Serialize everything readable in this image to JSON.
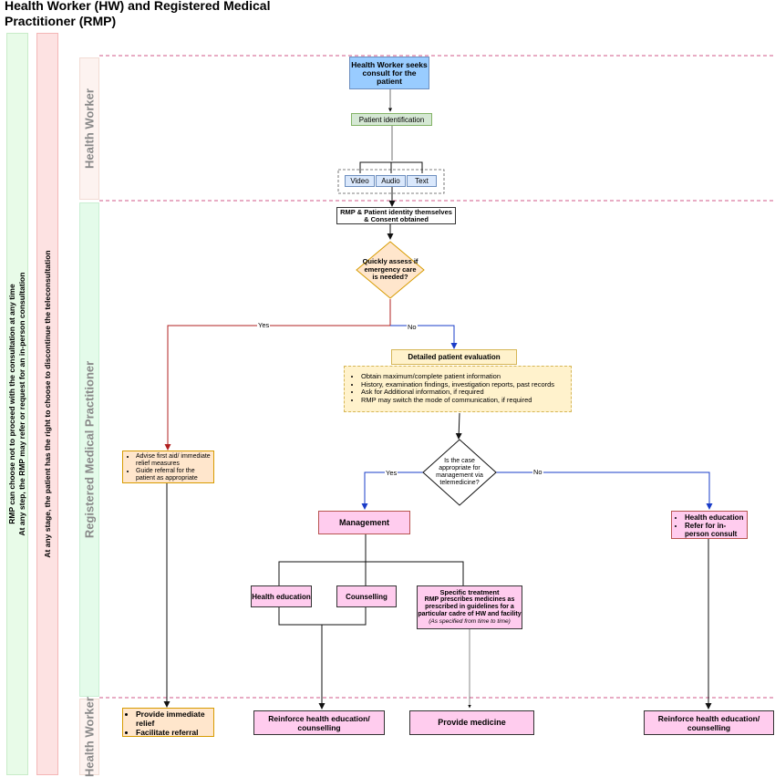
{
  "title": "Health Worker (HW) and  Registered Medical Practitioner (RMP)",
  "side_notes": {
    "rmp_note_line1": "RMP can choose not to proceed with the consultation at any time",
    "rmp_note_line2": "At any step, the RMP may refer or request for an in-person consultation",
    "patient_note": "At any stage, the patient has the right to choose to discontinue the teleconsultation"
  },
  "lanes": {
    "top": "Health Worker",
    "middle": "Registered Medical Practitioner",
    "bottom": "Health Worker"
  },
  "nodes": {
    "seek_consult": "Health Worker seeks consult for the patient",
    "patient_id": "Patient identification",
    "modes": [
      "Video",
      "Audio",
      "Text"
    ],
    "identity_consent": "RMP & Patient identity themselves & Consent obtained",
    "emergency_diamond": "Quickly assess if emergency care is needed?",
    "detailed_eval": "Detailed patient evaluation",
    "eval_points": [
      "Obtain maximum/complete patient information",
      "History, examination findings, investigation reports, past records",
      "Ask for Additional information, if required",
      "RMP may switch the mode of communication, if required"
    ],
    "first_aid_points": [
      "Advise first aid/ immediate relief measures",
      "Guide referral for the patient as appropriate"
    ],
    "appropriate_diamond": "Is the case appropriate for management via telemedicine?",
    "management": "Management",
    "health_education": "Health education",
    "counselling": "Counselling",
    "specific_treatment_title": "Specific treatment",
    "specific_treatment_body": "RMP prescribes medicines as prescribed in guidelines for a particular cadre of HW and facility",
    "specific_treatment_note": "(As specified from time to time)",
    "refer_points": [
      "Health education",
      "Refer for in-person consult"
    ],
    "immediate_points": [
      "Provide immediate relief",
      "Facilitate referral"
    ],
    "reinforce_1": "Reinforce health education/ counselling",
    "provide_medicine": "Provide medicine",
    "reinforce_2": "Reinforce health education/ counselling"
  },
  "edge_labels": {
    "yes_1": "Yes",
    "no_1": "No",
    "yes_2": "Yes",
    "no_2": "No"
  },
  "colors": {
    "green_band": "#e8fbe8",
    "pink_band": "#fde2e2",
    "blue_node": "#99ccff",
    "green_node": "#d5e8d4",
    "orange_node": "#ffe6cc",
    "yellow_node": "#fff2cc",
    "pink_node": "#ffccee",
    "light_blue_node": "#dae8fc",
    "red_edge": "#b02020",
    "blue_edge": "#1a3cc8"
  }
}
